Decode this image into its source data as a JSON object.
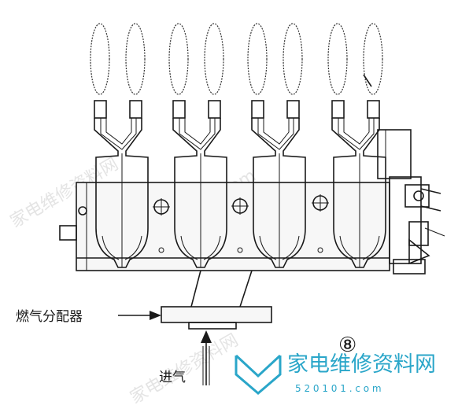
{
  "labels": {
    "gas_distributor": "燃气分配器",
    "gas_inlet": "进气",
    "figure_number": "⑧"
  },
  "watermark": {
    "brand_cn": "家电维修资料网",
    "url": "5 2 0 1 0 1 . c o m"
  },
  "colors": {
    "line": "#1a1a1a",
    "logo": "#2aa6c9",
    "logo_text": "#2aa6c9"
  }
}
